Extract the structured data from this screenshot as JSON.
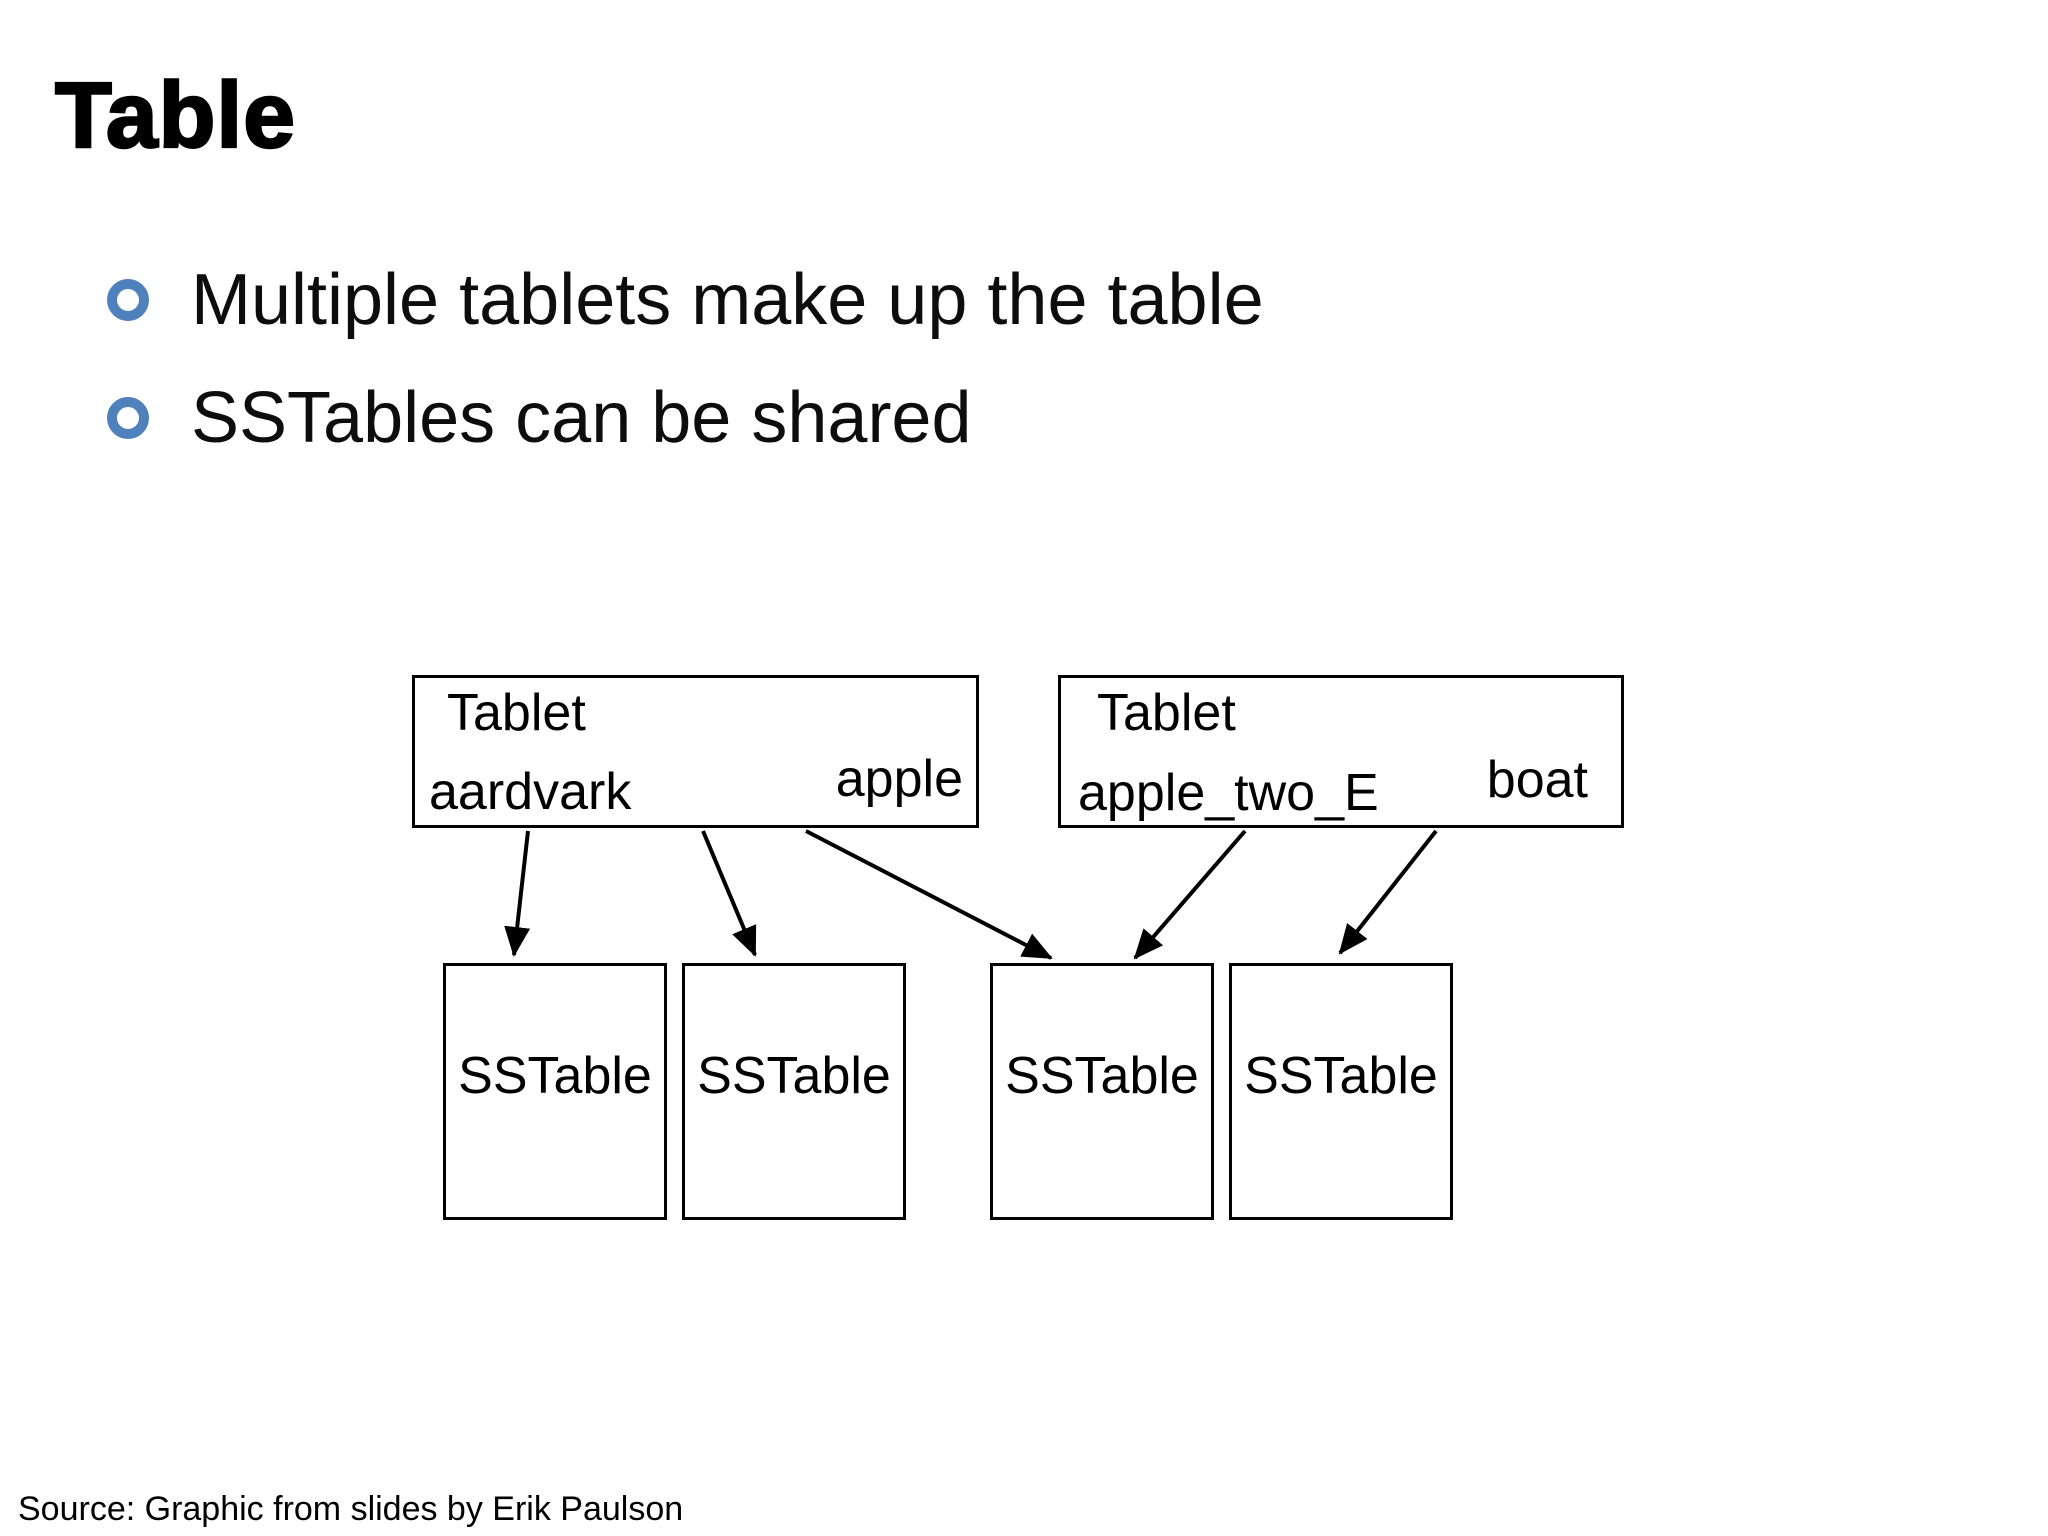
{
  "slide": {
    "title": "Table",
    "bullets": [
      "Multiple tablets make up the table",
      "SSTables can be shared"
    ],
    "source": "Source: Graphic from slides by Erik Paulson"
  },
  "diagram": {
    "tablets": [
      {
        "id": "tablet-1",
        "type_label": "Tablet",
        "start_key": "aardvark",
        "end_key": "apple"
      },
      {
        "id": "tablet-2",
        "type_label": "Tablet",
        "start_key": "apple_two_E",
        "end_key": "boat"
      }
    ],
    "sstables": [
      {
        "id": "sstable-1",
        "label": "SSTable"
      },
      {
        "id": "sstable-2",
        "label": "SSTable"
      },
      {
        "id": "sstable-3",
        "label": "SSTable"
      },
      {
        "id": "sstable-4",
        "label": "SSTable"
      }
    ],
    "edges": [
      {
        "from": "tablet-1",
        "to": "sstable-1"
      },
      {
        "from": "tablet-1",
        "to": "sstable-2"
      },
      {
        "from": "tablet-1",
        "to": "sstable-3"
      },
      {
        "from": "tablet-2",
        "to": "sstable-3"
      },
      {
        "from": "tablet-2",
        "to": "sstable-4"
      }
    ]
  },
  "colors": {
    "background": "#FFFFFF",
    "text": "#000000",
    "bullet_ring": "#4F81BD",
    "box_border": "#000000",
    "arrow": "#000000"
  }
}
